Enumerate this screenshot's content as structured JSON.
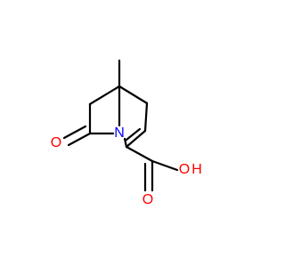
{
  "diagram": {
    "type": "skeletal-formula",
    "atoms": {
      "nitrogen": {
        "label": "N",
        "color": "#0000FF"
      },
      "oxo_oxygen": {
        "label": "O",
        "color": "#FF0000"
      },
      "carboxyl_oxygen": {
        "label": "O",
        "color": "#FF0000"
      },
      "hydroxyl_oxygen": {
        "label": "O",
        "color": "#FF0000"
      },
      "hydroxyl_hydrogen": {
        "label": "H",
        "color": "#FF0000"
      }
    },
    "bond_color": "#000000"
  }
}
